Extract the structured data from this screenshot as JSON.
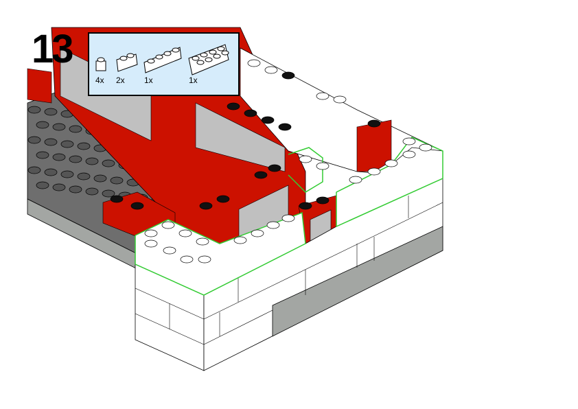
{
  "step_number": "13",
  "parts_list": [
    {
      "part": "white-brick-1x1",
      "quantity": "4x"
    },
    {
      "part": "white-brick-1x2",
      "quantity": "2x"
    },
    {
      "part": "white-brick-1x4",
      "quantity": "1x"
    },
    {
      "part": "white-brick-2x4",
      "quantity": "1x"
    }
  ],
  "colors": {
    "red": "#cc1100",
    "white": "#ffffff",
    "gray_plate": "#6e6e6e",
    "gray_side": "#a3a6a3",
    "glass": "#c0c0c0",
    "highlight": "#33cc33",
    "panel": "#d6ecfb"
  }
}
